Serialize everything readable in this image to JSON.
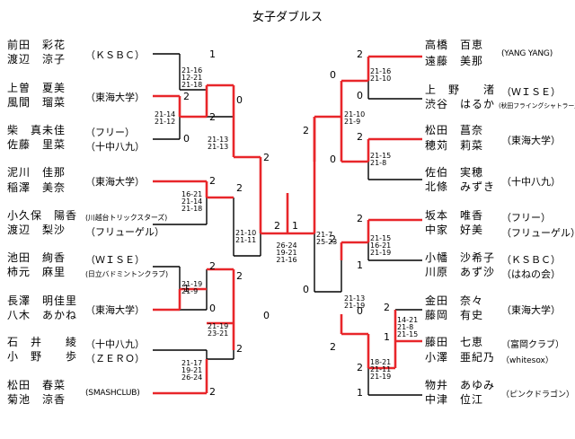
{
  "title": "女子ダブルス",
  "colors": {
    "winner_line": "#e8262a",
    "line": "#000000"
  },
  "left": [
    {
      "p1": "前田　彩花",
      "p2": "渡辺　涼子",
      "club": "（ＫＳＢＣ）"
    },
    {
      "p1": "上曽　夏美",
      "p2": "風間　瑠菜",
      "club": "（東海大学）"
    },
    {
      "p1": "柴　真未佳",
      "p2": "佐藤　里菜",
      "club1": "（フリー）",
      "club2": "（十中八九）"
    },
    {
      "p1": "泥川　佳那",
      "p2": "稲澤　美奈",
      "club": "（東海大学）"
    },
    {
      "p1": "小久保　陽香",
      "p2": "渡辺　梨沙",
      "club1": "(川越台トリックスターズ)",
      "club2": "（フリューゲル）"
    },
    {
      "p1": "池田　絢香",
      "p2": "柿元　麻里",
      "club1": "（ＷＩＳＥ）",
      "club2": "(日立バドミントンクラブ)"
    },
    {
      "p1": "長澤　明佳里",
      "p2": "八木　あかね",
      "club": "（東海大学）"
    },
    {
      "p1": "石　井　　綾",
      "p2": "小　野　　歩",
      "club1": "（十中八九）",
      "club2": "（ＺＥＲＯ）"
    },
    {
      "p1": "松田　春菜",
      "p2": "菊池　涼香",
      "club": "(SMASHCLUB)"
    }
  ],
  "right": [
    {
      "p1": "高橋　百恵",
      "p2": "遠藤　美那",
      "club": "(YANG YANG)"
    },
    {
      "p1": "上　野　　渚",
      "p2": "渋谷　はるか",
      "club1": "（ＷＩＳＥ）",
      "club2": "(秋田フライングシャトラーズ)"
    },
    {
      "p1": "松田　菖奈",
      "p2": "穂苅　莉菜",
      "club": "（東海大学）"
    },
    {
      "p1": "佐伯　実穂",
      "p2": "北條　みずき",
      "club": "（十中八九）"
    },
    {
      "p1": "坂本　唯香",
      "p2": "中家　好美",
      "club1": "（フリー）",
      "club2": "（フリューゲル）"
    },
    {
      "p1": "小幡　沙希子",
      "p2": "川原　あず沙",
      "club1": "（ＫＳＢＣ）",
      "club2": "（はねの会）"
    },
    {
      "p1": "金田　奈々",
      "p2": "藤岡　有史",
      "club": "（東海大学）"
    },
    {
      "p1": "藤田　七恵",
      "p2": "小澤　亜紀乃",
      "club1": "（富岡クラブ）",
      "club2": "（whitesox）"
    },
    {
      "p1": "物井　あゆみ",
      "p2": "中津　位江",
      "club": "（ピンクドラゴン）"
    }
  ],
  "scores": {
    "m1a": "1",
    "m1b": "2",
    "m2a": "2",
    "m2b": "0",
    "m3a": "0",
    "m3b": "2",
    "m4a": "2",
    "m4b": "2",
    "m5a": "2",
    "m5b": "1",
    "m6a": "0",
    "m6b": "2",
    "m7a": "0",
    "m7b": "2",
    "m8a": "2",
    "fl": "2",
    "fr": "1",
    "r1a": "2",
    "r1b": "0",
    "r2a": "0",
    "r2b": "2",
    "r3a": "2",
    "r3b": "0",
    "r4a": "2",
    "r4b": "1",
    "r5a": "2",
    "r5b": "0",
    "r6a": "2",
    "r6b": "2",
    "r7a": "0",
    "r7b": "1",
    "r8a": "2",
    "r8b": "1",
    "r9a": "2",
    "r9b": "1"
  },
  "sets": {
    "l1": "21-16\n12-21\n21-18",
    "l2": "21-14\n21-12",
    "l3": "21-13\n21-13",
    "l4": "16-21\n21-14\n21-18",
    "l5": "21-10\n21-11",
    "l6": "21-19\n21-9",
    "l7": "21-19\n23-21",
    "l8": "21-17\n19-21\n26-24",
    "final_left": "26-24\n19-21\n21-16",
    "final_right": "21-7\n25-23",
    "r1": "21-16\n21-10",
    "r2": "21-10\n21-9",
    "r3": "21-15\n21-8",
    "r4": "21-15\n16-21\n21-19",
    "r5": "21-13\n21-19",
    "r6": "14-21\n21-8\n21-15",
    "r7": "18-21\n21-11\n21-19"
  }
}
